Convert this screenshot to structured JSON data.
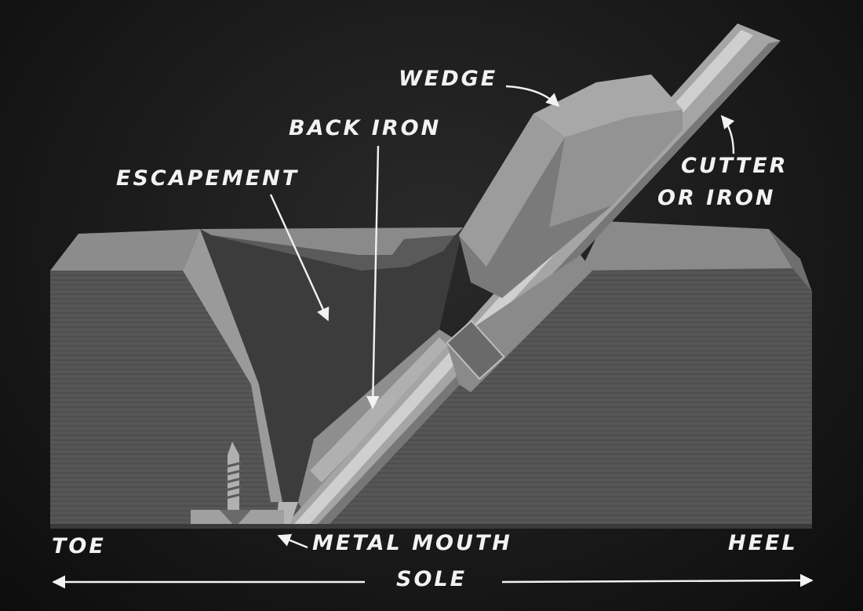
{
  "labels": {
    "wedge": "WEDGE",
    "back_iron": "BACK IRON",
    "escapement": "ESCAPEMENT",
    "cutter_line1": "CUTTER",
    "cutter_line2": "OR IRON",
    "toe": "TOE",
    "metal_mouth": "METAL MOUTH",
    "heel": "HEEL",
    "sole": "SOLE"
  },
  "colors": {
    "background": "#1b1b1b",
    "label_text": "#f2f2f2",
    "body_face": "#555555",
    "body_top": "#8a8a8a",
    "wedge_light": "#9a9a9a",
    "wedge_mid": "#7a7a7a",
    "iron": "#a8a8a8"
  },
  "icons": {
    "arrow": "arrow-icon",
    "screw": "screw-icon"
  }
}
